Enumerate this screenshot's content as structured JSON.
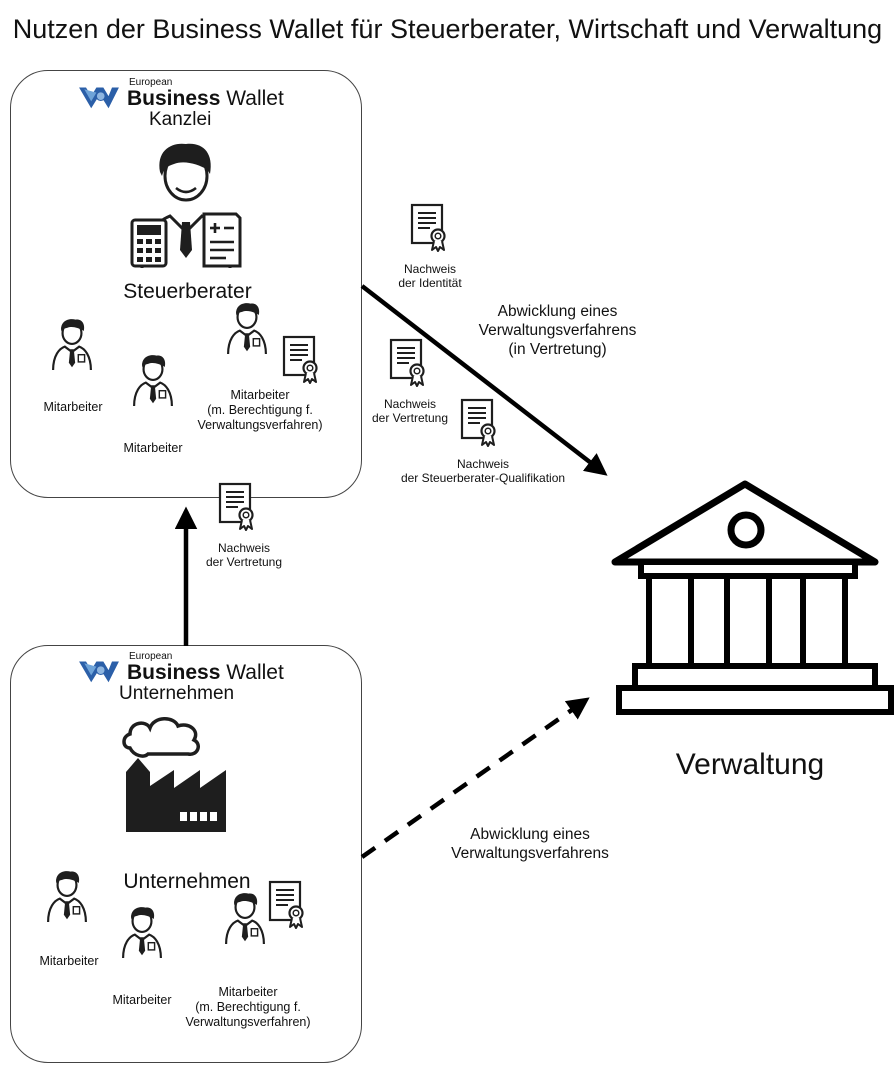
{
  "title": "Nutzen der Business Wallet für Steuerberater, Wirtschaft und Verwaltung",
  "logo": {
    "prefix": "European",
    "bold": "Business",
    "rest": "Wallet"
  },
  "kanzlei": {
    "name": "Kanzlei",
    "role": "Steuerberater",
    "employee_1": "Mitarbeiter",
    "employee_2": "Mitarbeiter",
    "employee_3": "Mitarbeiter\n(m. Berechtigung f.\nVerwaltungsverfahren)"
  },
  "unternehmen": {
    "name": "Unternehmen",
    "role": "Unternehmen",
    "employee_1": "Mitarbeiter",
    "employee_2": "Mitarbeiter",
    "employee_3": "Mitarbeiter\n(m. Berechtigung f.\nVerwaltungsverfahren)"
  },
  "credentials": {
    "identity": "Nachweis\nder Identität",
    "representation_top": "Nachweis\nder Vertretung",
    "qualification": "Nachweis\nder Steuerberater-Qualifikation",
    "representation_mid": "Nachweis\nder Vertretung"
  },
  "flows": {
    "represented": "Abwicklung eines\nVerwaltungsverfahrens\n(in Vertretung)",
    "direct": "Abwicklung eines\nVerwaltungsverfahrens"
  },
  "authority": "Verwaltung",
  "colors": {
    "logo_blue": "#2b5fa8",
    "logo_light": "#6ea3d8",
    "line": "#000000"
  }
}
